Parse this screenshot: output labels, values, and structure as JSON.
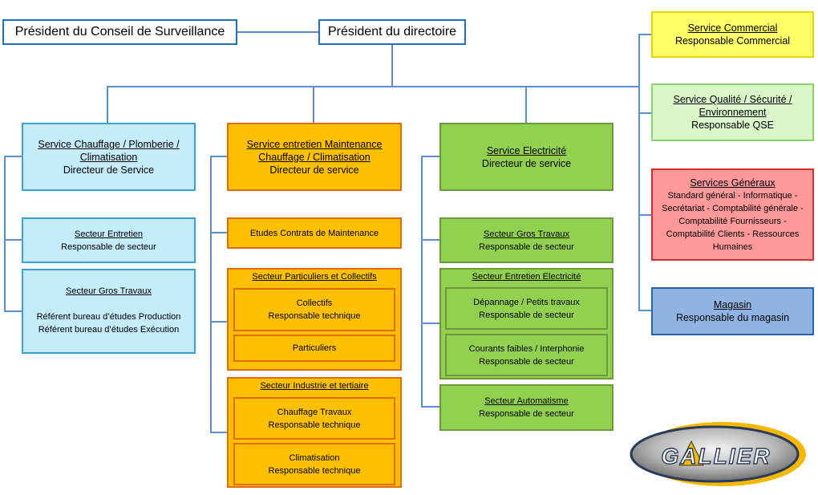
{
  "top": {
    "conseil": "Président du Conseil de Surveillance",
    "directoire": "Président du directoire"
  },
  "col1": {
    "head": {
      "title": "Service Chauffage / Plomberie / Climatisation",
      "subtitle": "Directeur de Service"
    },
    "entretien": {
      "title": "Secteur Entretien",
      "subtitle": "Responsable de secteur"
    },
    "gros": {
      "title": "Secteur Gros Travaux",
      "line1": "Référent bureau d’études Production",
      "line2": "Référent bureau d’études Exécution"
    }
  },
  "col2": {
    "head": {
      "title": "Service entretien Maintenance Chauffage / Climatisation",
      "subtitle": "Directeur de service"
    },
    "etudes": {
      "title": "Etudes Contrats de Maintenance"
    },
    "particuliers_collectifs": {
      "title": "Secteur Particuliers et Collectifs",
      "collectifs": {
        "title": "Collectifs",
        "subtitle": "Responsable technique"
      },
      "particuliers": {
        "title": "Particuliers"
      }
    },
    "industrie": {
      "title": "Secteur Industrie et tertiaire",
      "chauffage": {
        "title": "Chauffage Travaux",
        "subtitle": "Responsable technique"
      },
      "climatisation": {
        "title": "Climatisation",
        "subtitle": "Responsable technique"
      }
    }
  },
  "col3": {
    "head": {
      "title": "Service Electricité",
      "subtitle": "Directeur de service"
    },
    "gros": {
      "title": "Secteur Gros Travaux",
      "subtitle": "Responsable de secteur"
    },
    "entretien": {
      "title": "Secteur Entretien Electricité",
      "depannage": {
        "title": "Dépannage / Petits travaux",
        "subtitle": "Responsable de secteur"
      },
      "courants": {
        "title": "Courants faibles / Interphonie",
        "subtitle": "Responsable de secteur"
      }
    },
    "automatisme": {
      "title": "Secteur Automatisme",
      "subtitle": "Responsable de secteur"
    }
  },
  "right": {
    "commercial": {
      "title": "Service Commercial",
      "subtitle": "Responsable Commercial"
    },
    "qualite": {
      "title": "Service Qualité / Sécurité / Environnement",
      "subtitle": "Responsable QSE"
    },
    "generaux": {
      "title": "Services Généraux",
      "body": "Standard général - Informatique - Secrétariat - Comptabilité générale - Comptabilité Fournisseurs - Comptabilité Clients - Ressources Humaines"
    },
    "magasin": {
      "title": "Magasin",
      "subtitle": "Responsable du magasin"
    }
  },
  "logo": {
    "text": "GALLIER"
  },
  "colors": {
    "blue_fill": "#c5ecfb",
    "orange_fill": "#ffc000",
    "green_fill": "#92d050",
    "yellow_fill": "#ffff66",
    "lightgreen_fill": "#d9f7c8",
    "red_fill": "#ff9999",
    "midblue_fill": "#8db4e2",
    "connector": "#5b8fd0"
  }
}
